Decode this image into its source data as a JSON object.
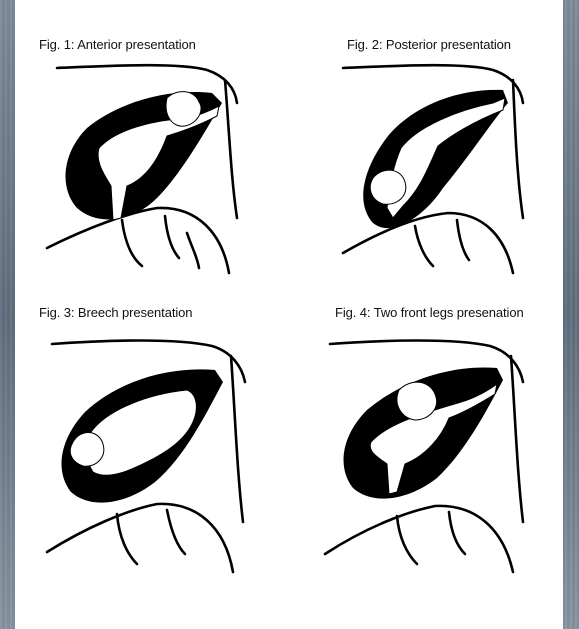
{
  "figures": [
    {
      "caption": "Fig. 1: Anterior presentation"
    },
    {
      "caption": "Fig. 2: Posterior presentation"
    },
    {
      "caption": "Fig. 3: Breech presentation"
    },
    {
      "caption": "Fig. 4: Two front legs presenation"
    }
  ],
  "colors": {
    "background": "#6d7c8c",
    "panel": "#ffffff",
    "ink": "#000000"
  }
}
